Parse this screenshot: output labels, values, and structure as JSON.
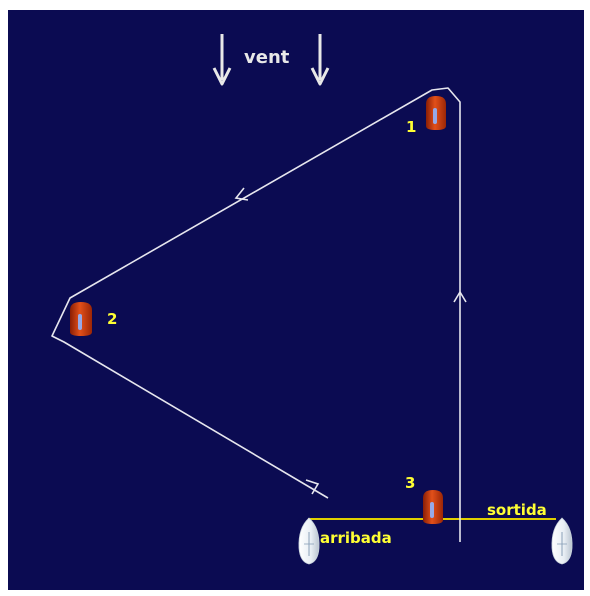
{
  "wind": {
    "label": "vent",
    "arrow_icon": "arrow-down-icon"
  },
  "marks": [
    {
      "number": "1",
      "icon": "buoy-icon",
      "color": "#d8400f"
    },
    {
      "number": "2",
      "icon": "buoy-icon",
      "color": "#d8400f"
    },
    {
      "number": "3",
      "icon": "buoy-icon",
      "color": "#d8400f"
    }
  ],
  "lines": {
    "start_label": "sortida",
    "finish_label": "arribada",
    "color": "#e0d000"
  },
  "course": {
    "color": "#e6e6ee",
    "direction_icon": "chevron-arrow-icon"
  },
  "boats": {
    "icon": "sailboat-icon",
    "color": "#f2f2f2"
  },
  "colors": {
    "background": "#0b0b52"
  }
}
